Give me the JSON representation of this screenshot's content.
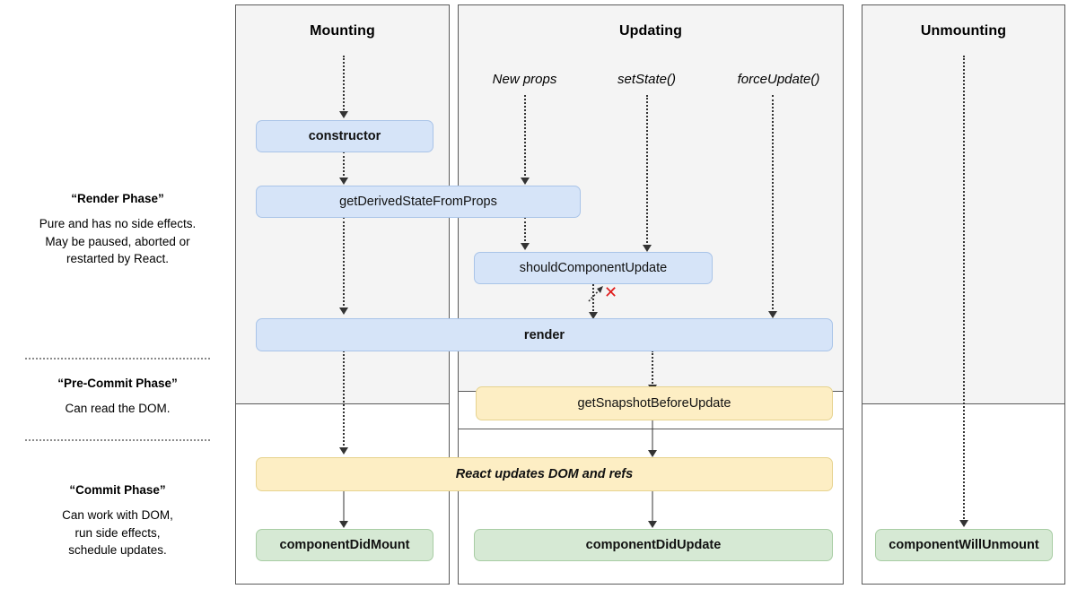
{
  "diagram": {
    "title": "React Component Lifecycle",
    "colors": {
      "render_phase_bg": "#f4f4f4",
      "box_blue": "#d6e4f8",
      "box_yellow": "#fdeec4",
      "box_green": "#d6e9d4",
      "frame_border": "#5a5a5a",
      "arrow": "#333333",
      "x_mark_red": "#e01b1b"
    }
  },
  "columns": [
    {
      "id": "mounting",
      "title": "Mounting"
    },
    {
      "id": "updating",
      "title": "Updating"
    },
    {
      "id": "unmounting",
      "title": "Unmounting"
    }
  ],
  "phases": [
    {
      "id": "render",
      "title": "“Render Phase”",
      "body": "Pure and has no side effects.\nMay be paused, aborted or\nrestarted by React."
    },
    {
      "id": "pre-commit",
      "title": "“Pre-Commit Phase”",
      "body": "Can read the DOM."
    },
    {
      "id": "commit",
      "title": "“Commit Phase”",
      "body": "Can work with DOM,\nrun side effects,\nschedule updates."
    }
  ],
  "triggers": [
    {
      "id": "new-props",
      "label": "New props"
    },
    {
      "id": "set-state",
      "label": "setState()"
    },
    {
      "id": "force-update",
      "label": "forceUpdate()"
    }
  ],
  "lifecycle_boxes": [
    {
      "id": "constructor",
      "label": "constructor",
      "color": "blue",
      "style": "bold",
      "column": "mounting"
    },
    {
      "id": "get-derived-state",
      "label": "getDerivedStateFromProps",
      "color": "blue",
      "style": "normal",
      "column": "mounting-updating"
    },
    {
      "id": "should-component-update",
      "label": "shouldComponentUpdate",
      "color": "blue",
      "style": "normal",
      "column": "updating"
    },
    {
      "id": "render",
      "label": "render",
      "color": "blue",
      "style": "bold",
      "column": "mounting-updating"
    },
    {
      "id": "get-snapshot-before-update",
      "label": "getSnapshotBeforeUpdate",
      "color": "yellow",
      "style": "normal",
      "column": "updating"
    },
    {
      "id": "react-updates-dom",
      "label": "React updates DOM and refs",
      "color": "yellow",
      "style": "italic",
      "column": "mounting-updating"
    },
    {
      "id": "component-did-mount",
      "label": "componentDidMount",
      "color": "green",
      "style": "bold",
      "column": "mounting"
    },
    {
      "id": "component-did-update",
      "label": "componentDidUpdate",
      "color": "green",
      "style": "bold",
      "column": "updating"
    },
    {
      "id": "component-will-unmount",
      "label": "componentWillUnmount",
      "color": "green",
      "style": "bold",
      "column": "unmounting"
    }
  ],
  "annotations": [
    {
      "id": "skip-update-x",
      "glyph": "✕",
      "meaning": "update skipped when shouldComponentUpdate returns false"
    }
  ]
}
